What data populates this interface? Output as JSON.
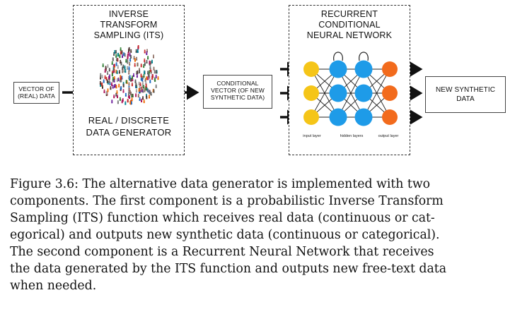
{
  "input_box": {
    "label_line1": "VECTOR OF",
    "label_line2": "(REAL) DATA"
  },
  "its_box": {
    "title_line1": "INVERSE",
    "title_line2": "TRANSFORM",
    "title_line3": "SAMPLING (ITS)",
    "subtitle_line1": "REAL / DISCRETE",
    "subtitle_line2": "DATA GENERATOR"
  },
  "conditional_box": {
    "label_line1": "CONDITIONAL",
    "label_line2": "VECTOR (OF NEW",
    "label_line3": "SYNTHETIC DATA)"
  },
  "rnn_box": {
    "title_line1": "RECURRENT",
    "title_line2": "CONDITIONAL",
    "title_line3": "NEURAL NETWORK",
    "layer_labels": {
      "input": "input layer",
      "hidden": "hidden layers",
      "output": "output layer"
    }
  },
  "output_box": {
    "label_line1": "NEW SYNTHETIC",
    "label_line2": "DATA"
  },
  "colors": {
    "input_node": "#f5c518",
    "hidden_node": "#1e9be8",
    "output_node": "#f26b1d"
  },
  "caption": {
    "line1": "Figure 3.6: The alternative data generator is implemented with two",
    "line2": "components. The first component is a probabilistic Inverse Transform",
    "line3": "Sampling (ITS) function which receives real data (continuous or cat-",
    "line4": "egorical) and outputs new synthetic data (continuous or categorical).",
    "line5": "The second component is a Recurrent Neural Network that receives",
    "line6": "the data generated by the ITS function and outputs new free-text data",
    "line7": "when needed."
  }
}
